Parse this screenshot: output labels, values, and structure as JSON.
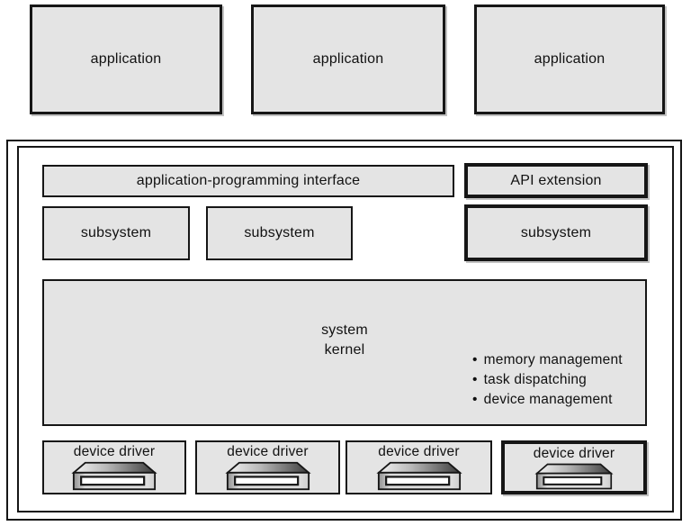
{
  "colors": {
    "box_fill": "#e4e4e4",
    "border": "#161616",
    "slot_fill": "#ffffff",
    "drive_top_dark": "#3c3c3c",
    "drive_top_light": "#f4f4f4"
  },
  "ui": {
    "bullet_char": "•"
  },
  "applications": [
    "application",
    "application",
    "application"
  ],
  "os": {
    "api_bar_label": "application-programming interface",
    "api_extension_label": "API extension",
    "subsystems": [
      "subsystem",
      "subsystem",
      "subsystem"
    ],
    "kernel": {
      "title_lines": [
        "system",
        "kernel"
      ],
      "bullets": [
        "memory management",
        "task dispatching",
        "device management"
      ]
    },
    "device_drivers": [
      "device driver",
      "device driver",
      "device driver",
      "device driver"
    ]
  }
}
